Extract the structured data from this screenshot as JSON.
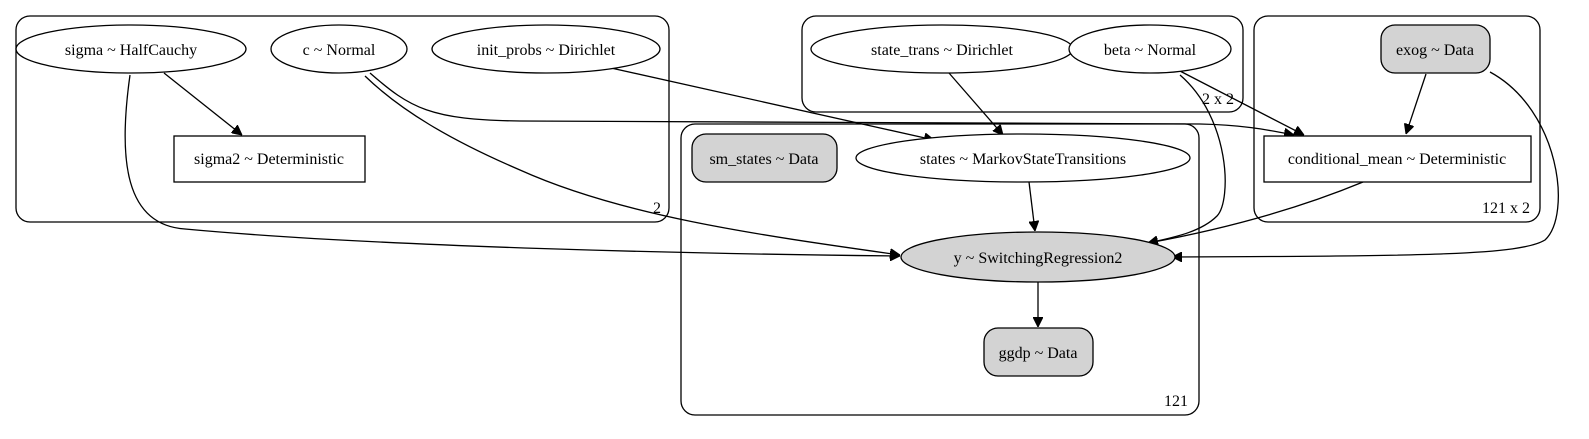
{
  "colors": {
    "observed_fill": "#d3d3d3",
    "latent_fill": "#ffffff",
    "stroke": "#000000"
  },
  "plates": [
    {
      "id": "p2",
      "label": "2"
    },
    {
      "id": "p2x2",
      "label": "2 x 2"
    },
    {
      "id": "p121x2",
      "label": "121 x 2"
    },
    {
      "id": "p121",
      "label": "121"
    }
  ],
  "nodes": [
    {
      "id": "sigma",
      "label": "sigma ~ HalfCauchy",
      "shape": "ellipse",
      "observed": false
    },
    {
      "id": "c",
      "label": "c ~ Normal",
      "shape": "ellipse",
      "observed": false
    },
    {
      "id": "init_probs",
      "label": "init_probs ~ Dirichlet",
      "shape": "ellipse",
      "observed": false
    },
    {
      "id": "sigma2",
      "label": "sigma2 ~ Deterministic",
      "shape": "box",
      "observed": false
    },
    {
      "id": "state_trans",
      "label": "state_trans ~ Dirichlet",
      "shape": "ellipse",
      "observed": false
    },
    {
      "id": "beta",
      "label": "beta ~ Normal",
      "shape": "ellipse",
      "observed": false
    },
    {
      "id": "exog",
      "label": "exog ~ Data",
      "shape": "roundbox",
      "observed": true
    },
    {
      "id": "conditional_mean",
      "label": "conditional_mean ~ Deterministic",
      "shape": "box",
      "observed": false
    },
    {
      "id": "sm_states",
      "label": "sm_states ~ Data",
      "shape": "roundbox",
      "observed": true
    },
    {
      "id": "states",
      "label": "states ~ MarkovStateTransitions",
      "shape": "ellipse",
      "observed": false
    },
    {
      "id": "y",
      "label": "y ~ SwitchingRegression2",
      "shape": "ellipse",
      "observed": true
    },
    {
      "id": "ggdp",
      "label": "ggdp ~ Data",
      "shape": "roundbox",
      "observed": true
    }
  ],
  "edges": [
    {
      "from": "sigma",
      "to": "sigma2"
    },
    {
      "from": "sigma",
      "to": "y"
    },
    {
      "from": "c",
      "to": "conditional_mean"
    },
    {
      "from": "c",
      "to": "y"
    },
    {
      "from": "init_probs",
      "to": "states"
    },
    {
      "from": "state_trans",
      "to": "states"
    },
    {
      "from": "beta",
      "to": "conditional_mean"
    },
    {
      "from": "beta",
      "to": "y"
    },
    {
      "from": "exog",
      "to": "conditional_mean"
    },
    {
      "from": "exog",
      "to": "y"
    },
    {
      "from": "conditional_mean",
      "to": "y"
    },
    {
      "from": "states",
      "to": "y"
    },
    {
      "from": "y",
      "to": "ggdp"
    }
  ]
}
